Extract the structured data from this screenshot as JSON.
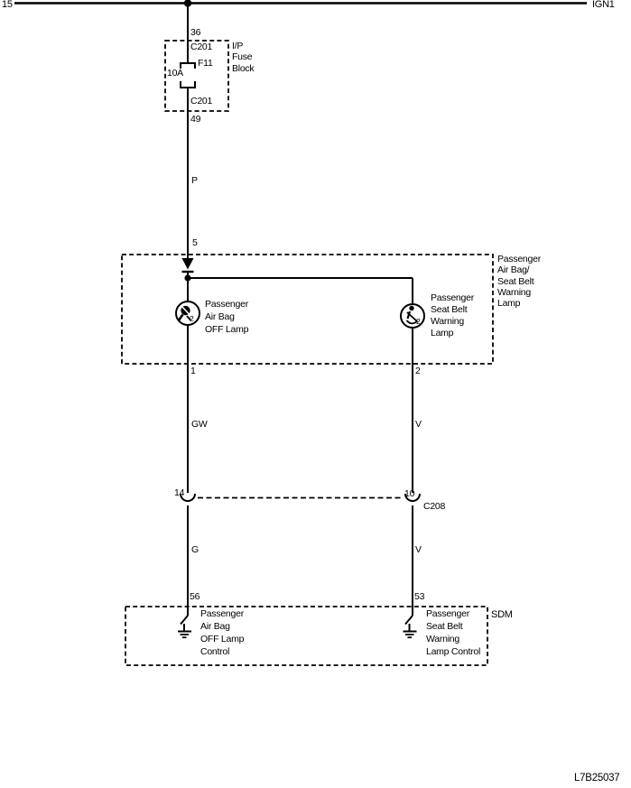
{
  "rail": {
    "left_ref": "15",
    "right_ref": "IGN1"
  },
  "fuse_block": {
    "pin_top": "36",
    "conn_top": "C201",
    "fuse_name": "F11",
    "rating": "10A",
    "conn_bottom": "C201",
    "pin_bottom": "49",
    "label": [
      "I/P",
      "Fuse",
      "Block"
    ]
  },
  "wire_p": "P",
  "lamp_box": {
    "pin_in": "5",
    "label": [
      "Passenger",
      "Air Bag/",
      "Seat Belt",
      "Warning",
      "Lamp"
    ],
    "left_lamp": {
      "label": [
        "Passenger",
        "Air Bag",
        "OFF Lamp"
      ],
      "sub": "2",
      "pin_out": "1"
    },
    "right_lamp": {
      "label": [
        "Passenger",
        "Seat Belt",
        "Warning",
        "Lamp"
      ],
      "sub": "2",
      "pin_out": "2"
    }
  },
  "wires_mid": {
    "left": "GW",
    "right": "V"
  },
  "connector": {
    "left_pin": "14",
    "right_pin": "10",
    "name": "C208"
  },
  "wires_low": {
    "left": "G",
    "right": "V"
  },
  "sdm": {
    "name": "SDM",
    "left": {
      "pin": "56",
      "label": [
        "Passenger",
        "Air Bag",
        "OFF Lamp",
        "Control"
      ]
    },
    "right": {
      "pin": "53",
      "label": [
        "Passenger",
        "Seat Belt",
        "Warning",
        "Lamp Control"
      ]
    }
  },
  "footer": {
    "code": "L7B25037"
  },
  "colors": {
    "ink": "#000000",
    "paper": "#ffffff"
  }
}
